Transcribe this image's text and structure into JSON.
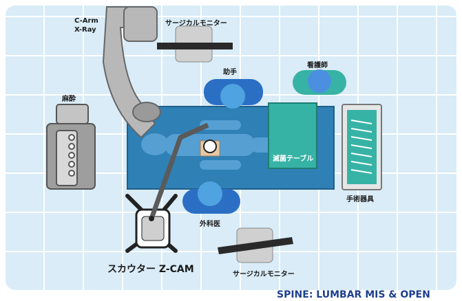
{
  "labels": {
    "c_arm": "C-Arm",
    "xray": "X-Ray",
    "monitor_top": "サージカルモニター",
    "assistant": "助手",
    "nurse": "看護師",
    "anesthesia": "麻酔",
    "sterile_table": "滅菌テーブル",
    "instruments": "手術器具",
    "surgeon": "外科医",
    "scout_cam": "スカウター Z-CAM",
    "monitor_bottom": "サージカルモニター",
    "footer": "SPINE: LUMBAR MIS & OPEN"
  },
  "colors": {
    "grid_bg": "#d9ecf7",
    "table": "#2e80b5",
    "teal": "#37b3a6",
    "blue_staff": "#2b6fc4",
    "footer": "#1d3f8f",
    "equipment": "#8d8d8d"
  }
}
